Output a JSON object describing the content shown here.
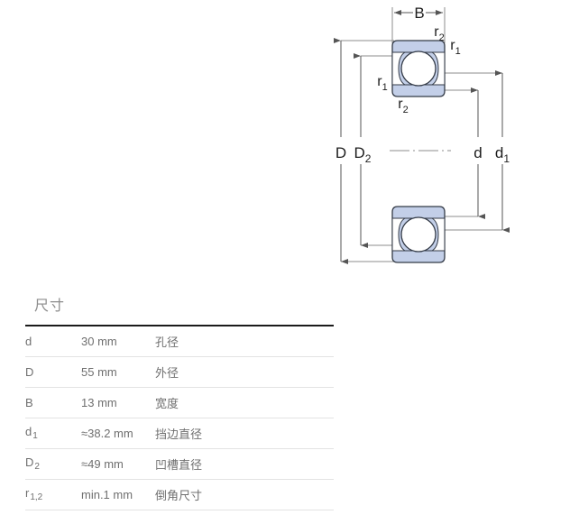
{
  "drawing": {
    "name": "deep-groove-ball-bearing-cross-section",
    "colors": {
      "ring_fill": "#c3cfe8",
      "ring_stroke": "#333a46",
      "ball_fill": "#ffffff",
      "dimension_line": "#8c8c8c",
      "center_line": "#8c8c8c"
    },
    "labels": {
      "width": "B",
      "outer_diameter": "D",
      "recess_diameter_base": "D",
      "recess_diameter_sub": "2",
      "bore_diameter": "d",
      "shoulder_diameter_base": "d",
      "shoulder_diameter_sub": "1",
      "chamfer_r1_base": "r",
      "chamfer_r1_sub": "1",
      "chamfer_r2_base": "r",
      "chamfer_r2_sub": "2"
    }
  },
  "dimensions": {
    "title": "尺寸",
    "rows": [
      {
        "symbol": "d",
        "symbol_sub": "",
        "value": "30 mm",
        "description": "孔径"
      },
      {
        "symbol": "D",
        "symbol_sub": "",
        "value": "55 mm",
        "description": "外径"
      },
      {
        "symbol": "B",
        "symbol_sub": "",
        "value": "13 mm",
        "description": "宽度"
      },
      {
        "symbol": "d",
        "symbol_sub": "1",
        "value": "≈38.2 mm",
        "description": "挡边直径"
      },
      {
        "symbol": "D",
        "symbol_sub": "2",
        "value": "≈49 mm",
        "description": "凹槽直径"
      },
      {
        "symbol": "r",
        "symbol_sub": "1,2",
        "value": "min.1 mm",
        "description": "倒角尺寸"
      }
    ]
  }
}
